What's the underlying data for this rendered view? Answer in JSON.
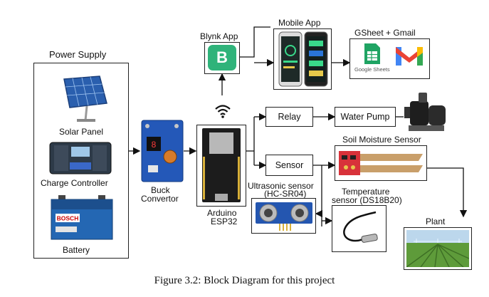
{
  "power_supply": {
    "title": "Power Supply",
    "solar_panel": "Solar Panel",
    "charge_controller": "Charge Controller",
    "battery": "Battery",
    "battery_brand": "BOSCH"
  },
  "buck": {
    "label_line1": "Buck",
    "label_line2": "Convertor"
  },
  "arduino": {
    "label_line1": "Arduino",
    "label_line2": "ESP32"
  },
  "blynk": {
    "title": "Blynk App",
    "logo_letter": "B",
    "brand_color": "#2fb37a"
  },
  "mobile": {
    "title": "Mobile App"
  },
  "gsheet": {
    "title": "GSheet + Gmail",
    "sheets_label": "Google Sheets"
  },
  "relay": {
    "label": "Relay"
  },
  "water_pump": {
    "label": "Water Pump"
  },
  "sensor": {
    "label": "Sensor"
  },
  "soil": {
    "title": "Soil Moisture Sensor"
  },
  "ultrasonic": {
    "line1": "Ultrasonic sensor",
    "line2": "(HC-SR04)"
  },
  "temperature": {
    "line1": "Temperature",
    "line2": "sensor (DS18B20)"
  },
  "plant": {
    "title": "Plant"
  },
  "caption": "Figure 3.2: Block Diagram for this project"
}
